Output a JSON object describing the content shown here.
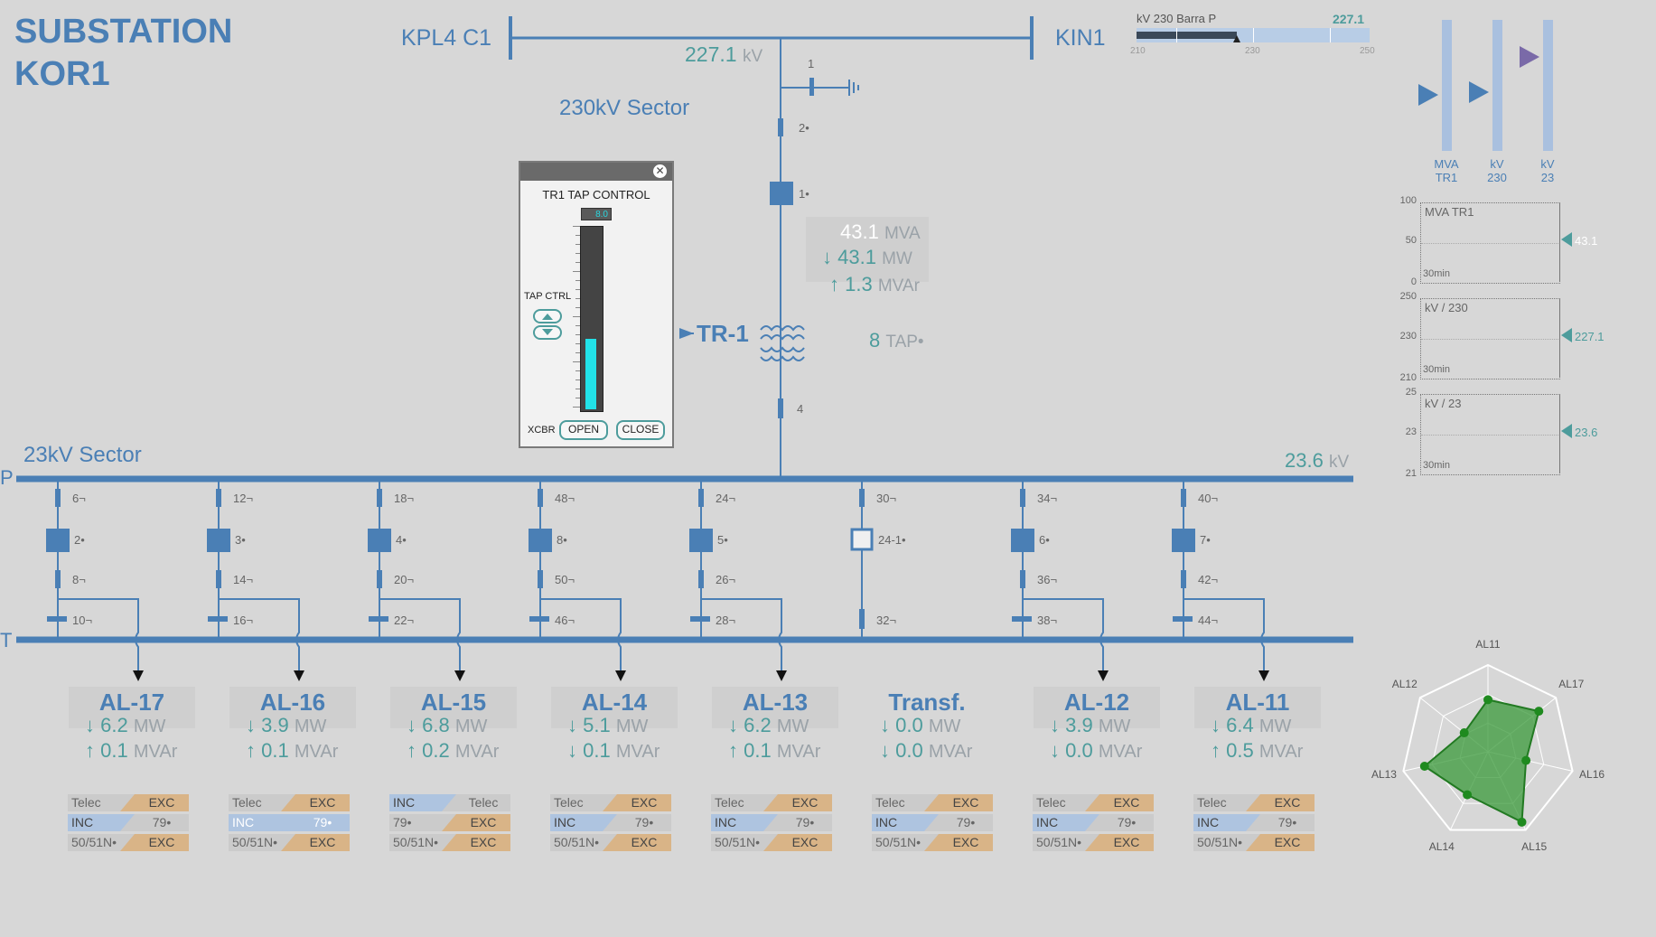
{
  "title": {
    "line1": "SUBSTATION",
    "line2": "KOR1"
  },
  "hv_bus": {
    "left_name": "KPL4 C1",
    "right_name": "KIN1",
    "voltage": "227.1",
    "unit": "kV"
  },
  "sector_230": "230kV Sector",
  "sector_23": "23kV Sector",
  "bus_23": {
    "voltage": "23.6",
    "unit": "kV",
    "label_p": "P",
    "label_t": "T"
  },
  "hv_switch_labels": [
    "1",
    "2•",
    "1•",
    "4"
  ],
  "transformer": {
    "name": "TR-1",
    "mva": "43.1",
    "mva_unit": "MVA",
    "mw": "43.1",
    "mw_unit": "MW",
    "mvar": "1.3",
    "mvar_unit": "MVAr",
    "tap": "8",
    "tap_unit": "TAP•",
    "arrow_down": "↓",
    "arrow_up": "↑"
  },
  "tap_popup": {
    "title": "TR1 TAP CONTROL",
    "value": "8.0",
    "level": 0.4,
    "tap_ctrl": "TAP CTRL",
    "xcbr": "XCBR",
    "open": "OPEN",
    "close": "CLOSE",
    "close_icon": "✕"
  },
  "top_gauge": {
    "label": "kV 230 Barra P",
    "value": "227.1",
    "ticks": [
      "210",
      "230",
      "250"
    ],
    "level": 0.43
  },
  "vbars": [
    {
      "l1": "MVA",
      "l2": "TR1",
      "level": 0.43,
      "color": "#4a7fb5"
    },
    {
      "l1": "kV",
      "l2": "230",
      "level": 0.45,
      "color": "#4a7fb5"
    },
    {
      "l1": "kV",
      "l2": "23",
      "level": 0.72,
      "color": "#7a6aa8"
    }
  ],
  "trends": [
    {
      "title": "MVA TR1",
      "ymax": "100",
      "ymid": "50",
      "ymin": "0",
      "window": "30min",
      "value": "43.1"
    },
    {
      "title": "kV / 230",
      "ymax": "250",
      "ymid": "230",
      "ymin": "210",
      "window": "30min",
      "value": "227.1"
    },
    {
      "title": "kV / 23",
      "ymax": "25",
      "ymid": "23",
      "ymin": "21",
      "window": "30min",
      "value": "23.6"
    }
  ],
  "feeders": [
    {
      "name": "AL-17",
      "mw": "6.2",
      "mw_dir": "↓",
      "mvar": "0.1",
      "mvar_dir": "↑",
      "sw_top": "6¬",
      "brk": "2•",
      "sw_mid": "8¬",
      "sw_byp": "10¬",
      "status": [
        [
          "Telec",
          "EXC"
        ],
        [
          "INC",
          "79•"
        ],
        [
          "50/51N•",
          "EXC"
        ]
      ]
    },
    {
      "name": "AL-16",
      "mw": "3.9",
      "mw_dir": "↓",
      "mvar": "0.1",
      "mvar_dir": "↑",
      "sw_top": "12¬",
      "brk": "3•",
      "sw_mid": "14¬",
      "sw_byp": "16¬",
      "status": [
        [
          "Telec",
          "EXC"
        ],
        [
          "INC",
          "79•"
        ],
        [
          "50/51N•",
          "EXC"
        ]
      ]
    },
    {
      "name": "AL-15",
      "mw": "6.8",
      "mw_dir": "↓",
      "mvar": "0.2",
      "mvar_dir": "↑",
      "sw_top": "18¬",
      "brk": "4•",
      "sw_mid": "20¬",
      "sw_byp": "22¬",
      "status": [
        [
          "INC",
          "Telec"
        ],
        [
          "79•",
          "EXC"
        ],
        [
          "50/51N•",
          "EXC"
        ]
      ]
    },
    {
      "name": "AL-14",
      "mw": "5.1",
      "mw_dir": "↓",
      "mvar": "0.1",
      "mvar_dir": "↓",
      "sw_top": "48¬",
      "brk": "8•",
      "sw_mid": "50¬",
      "sw_byp": "46¬",
      "status": [
        [
          "Telec",
          "EXC"
        ],
        [
          "INC",
          "79•"
        ],
        [
          "50/51N•",
          "EXC"
        ]
      ]
    },
    {
      "name": "AL-13",
      "mw": "6.2",
      "mw_dir": "↓",
      "mvar": "0.1",
      "mvar_dir": "↑",
      "sw_top": "24¬",
      "brk": "5•",
      "sw_mid": "26¬",
      "sw_byp": "28¬",
      "status": [
        [
          "Telec",
          "EXC"
        ],
        [
          "INC",
          "79•"
        ],
        [
          "50/51N•",
          "EXC"
        ]
      ]
    },
    {
      "name": "Transf.",
      "mw": "0.0",
      "mw_dir": "↓",
      "mvar": "0.0",
      "mvar_dir": "↓",
      "sw_top": "30¬",
      "brk": "24-1•",
      "sw_mid": "",
      "sw_byp": "32¬",
      "status": [
        [
          "Telec",
          "EXC"
        ],
        [
          "INC",
          "79•"
        ],
        [
          "50/51N•",
          "EXC"
        ]
      ]
    },
    {
      "name": "AL-12",
      "mw": "3.9",
      "mw_dir": "↓",
      "mvar": "0.0",
      "mvar_dir": "↓",
      "sw_top": "34¬",
      "brk": "6•",
      "sw_mid": "36¬",
      "sw_byp": "38¬",
      "status": [
        [
          "Telec",
          "EXC"
        ],
        [
          "INC",
          "79•"
        ],
        [
          "50/51N•",
          "EXC"
        ]
      ]
    },
    {
      "name": "AL-11",
      "mw": "6.4",
      "mw_dir": "↓",
      "mvar": "0.5",
      "mvar_dir": "↑",
      "sw_top": "40¬",
      "brk": "7•",
      "sw_mid": "42¬",
      "sw_byp": "44¬",
      "status": [
        [
          "Telec",
          "EXC"
        ],
        [
          "INC",
          "79•"
        ],
        [
          "50/51N•",
          "EXC"
        ]
      ]
    }
  ],
  "radar": {
    "labels": [
      "AL11",
      "AL17",
      "AL16",
      "AL15",
      "AL14",
      "AL13",
      "AL12"
    ],
    "values": [
      0.6,
      0.75,
      0.45,
      0.9,
      0.55,
      0.75,
      0.35
    ]
  },
  "colors": {
    "line": "#4a7fb5",
    "teal": "#4d9c9c",
    "bg": "#d7d7d7",
    "radar_fill": "#3a9a3a"
  }
}
